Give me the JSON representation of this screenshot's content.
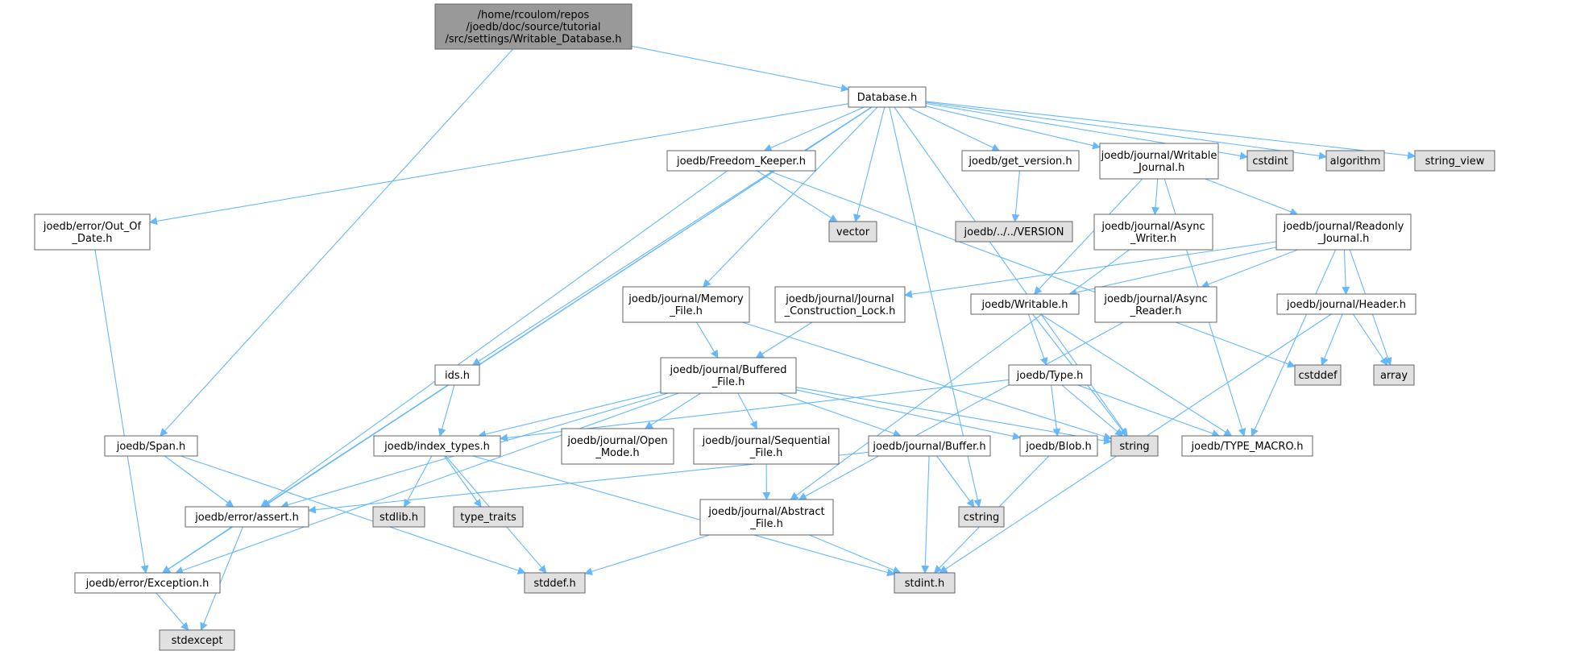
{
  "colors": {
    "edge": "#63b8ff",
    "node_fill": "#ffffff",
    "node_system_fill": "#e0e0e0",
    "node_root_fill": "#999999",
    "node_border": "#666666"
  },
  "nodes": [
    {
      "id": "root",
      "lines": [
        "/home/rcoulom/repos",
        "/joedb/doc/source/tutorial",
        "/src/settings/Writable_Database.h"
      ],
      "kind": "root"
    },
    {
      "id": "database",
      "lines": [
        "Database.h"
      ],
      "kind": "normal"
    },
    {
      "id": "error_out_of_date",
      "lines": [
        "joedb/error/Out_Of",
        "_Date.h"
      ],
      "kind": "normal"
    },
    {
      "id": "freedom_keeper",
      "lines": [
        "joedb/Freedom_Keeper.h"
      ],
      "kind": "normal"
    },
    {
      "id": "get_version",
      "lines": [
        "joedb/get_version.h"
      ],
      "kind": "normal"
    },
    {
      "id": "writable_journal",
      "lines": [
        "joedb/journal/Writable",
        "_Journal.h"
      ],
      "kind": "normal"
    },
    {
      "id": "cstdint",
      "lines": [
        "cstdint"
      ],
      "kind": "system"
    },
    {
      "id": "algorithm",
      "lines": [
        "algorithm"
      ],
      "kind": "system"
    },
    {
      "id": "string_view",
      "lines": [
        "string_view"
      ],
      "kind": "system"
    },
    {
      "id": "vector",
      "lines": [
        "vector"
      ],
      "kind": "system"
    },
    {
      "id": "version",
      "lines": [
        "joedb/../../VERSION"
      ],
      "kind": "system"
    },
    {
      "id": "async_writer",
      "lines": [
        "joedb/journal/Async",
        "_Writer.h"
      ],
      "kind": "normal"
    },
    {
      "id": "readonly_journal",
      "lines": [
        "joedb/journal/Readonly",
        "_Journal.h"
      ],
      "kind": "normal"
    },
    {
      "id": "memory_file",
      "lines": [
        "joedb/journal/Memory",
        "_File.h"
      ],
      "kind": "normal"
    },
    {
      "id": "journal_construction_lock",
      "lines": [
        "joedb/journal/Journal",
        "_Construction_Lock.h"
      ],
      "kind": "normal"
    },
    {
      "id": "writable",
      "lines": [
        "joedb/Writable.h"
      ],
      "kind": "normal"
    },
    {
      "id": "async_reader",
      "lines": [
        "joedb/journal/Async",
        "_Reader.h"
      ],
      "kind": "normal"
    },
    {
      "id": "header",
      "lines": [
        "joedb/journal/Header.h"
      ],
      "kind": "normal"
    },
    {
      "id": "cstddef",
      "lines": [
        "cstddef"
      ],
      "kind": "system"
    },
    {
      "id": "array",
      "lines": [
        "array"
      ],
      "kind": "system"
    },
    {
      "id": "ids",
      "lines": [
        "ids.h"
      ],
      "kind": "normal"
    },
    {
      "id": "buffered_file",
      "lines": [
        "joedb/journal/Buffered",
        "_File.h"
      ],
      "kind": "normal"
    },
    {
      "id": "type",
      "lines": [
        "joedb/Type.h"
      ],
      "kind": "normal"
    },
    {
      "id": "span",
      "lines": [
        "joedb/Span.h"
      ],
      "kind": "normal"
    },
    {
      "id": "index_types",
      "lines": [
        "joedb/index_types.h"
      ],
      "kind": "normal"
    },
    {
      "id": "open_mode",
      "lines": [
        "joedb/journal/Open",
        "_Mode.h"
      ],
      "kind": "normal"
    },
    {
      "id": "sequential_file",
      "lines": [
        "joedb/journal/Sequential",
        "_File.h"
      ],
      "kind": "normal"
    },
    {
      "id": "buffer",
      "lines": [
        "joedb/journal/Buffer.h"
      ],
      "kind": "normal"
    },
    {
      "id": "blob",
      "lines": [
        "joedb/Blob.h"
      ],
      "kind": "normal"
    },
    {
      "id": "string",
      "lines": [
        "string"
      ],
      "kind": "system"
    },
    {
      "id": "type_macro",
      "lines": [
        "joedb/TYPE_MACRO.h"
      ],
      "kind": "normal"
    },
    {
      "id": "error_assert",
      "lines": [
        "joedb/error/assert.h"
      ],
      "kind": "normal"
    },
    {
      "id": "stdlib",
      "lines": [
        "stdlib.h"
      ],
      "kind": "system"
    },
    {
      "id": "type_traits",
      "lines": [
        "type_traits"
      ],
      "kind": "system"
    },
    {
      "id": "abstract_file",
      "lines": [
        "joedb/journal/Abstract",
        "_File.h"
      ],
      "kind": "normal"
    },
    {
      "id": "cstring",
      "lines": [
        "cstring"
      ],
      "kind": "system"
    },
    {
      "id": "error_exception",
      "lines": [
        "joedb/error/Exception.h"
      ],
      "kind": "normal"
    },
    {
      "id": "stddef",
      "lines": [
        "stddef.h"
      ],
      "kind": "system"
    },
    {
      "id": "stdint",
      "lines": [
        "stdint.h"
      ],
      "kind": "system"
    },
    {
      "id": "stdexcept",
      "lines": [
        "stdexcept"
      ],
      "kind": "system"
    }
  ],
  "edges": [
    [
      "root",
      "database"
    ],
    [
      "root",
      "span"
    ],
    [
      "database",
      "error_out_of_date"
    ],
    [
      "database",
      "error_exception"
    ],
    [
      "database",
      "error_assert"
    ],
    [
      "database",
      "freedom_keeper"
    ],
    [
      "database",
      "vector"
    ],
    [
      "database",
      "memory_file"
    ],
    [
      "database",
      "ids"
    ],
    [
      "database",
      "get_version"
    ],
    [
      "database",
      "writable_journal"
    ],
    [
      "database",
      "cstdint"
    ],
    [
      "database",
      "algorithm"
    ],
    [
      "database",
      "string_view"
    ],
    [
      "database",
      "string"
    ],
    [
      "database",
      "cstring"
    ],
    [
      "error_out_of_date",
      "error_exception"
    ],
    [
      "freedom_keeper",
      "vector"
    ],
    [
      "freedom_keeper",
      "error_assert"
    ],
    [
      "freedom_keeper",
      "cstddef"
    ],
    [
      "get_version",
      "version"
    ],
    [
      "writable_journal",
      "async_writer"
    ],
    [
      "writable_journal",
      "readonly_journal"
    ],
    [
      "writable_journal",
      "writable"
    ],
    [
      "writable_journal",
      "type_macro"
    ],
    [
      "async_writer",
      "abstract_file"
    ],
    [
      "readonly_journal",
      "journal_construction_lock"
    ],
    [
      "readonly_journal",
      "writable"
    ],
    [
      "readonly_journal",
      "async_reader"
    ],
    [
      "readonly_journal",
      "header"
    ],
    [
      "readonly_journal",
      "array"
    ],
    [
      "readonly_journal",
      "type_macro"
    ],
    [
      "memory_file",
      "buffered_file"
    ],
    [
      "memory_file",
      "string"
    ],
    [
      "journal_construction_lock",
      "buffered_file"
    ],
    [
      "writable",
      "type"
    ],
    [
      "writable",
      "string"
    ],
    [
      "writable",
      "type_macro"
    ],
    [
      "async_reader",
      "abstract_file"
    ],
    [
      "header",
      "cstddef"
    ],
    [
      "header",
      "array"
    ],
    [
      "header",
      "stdint"
    ],
    [
      "ids",
      "index_types"
    ],
    [
      "buffered_file",
      "error_assert"
    ],
    [
      "buffered_file",
      "error_exception"
    ],
    [
      "buffered_file",
      "index_types"
    ],
    [
      "buffered_file",
      "open_mode"
    ],
    [
      "buffered_file",
      "sequential_file"
    ],
    [
      "buffered_file",
      "buffer"
    ],
    [
      "buffered_file",
      "blob"
    ],
    [
      "buffered_file",
      "string"
    ],
    [
      "type",
      "index_types"
    ],
    [
      "type",
      "blob"
    ],
    [
      "type",
      "string"
    ],
    [
      "type",
      "type_macro"
    ],
    [
      "span",
      "error_assert"
    ],
    [
      "span",
      "stddef"
    ],
    [
      "index_types",
      "stdlib"
    ],
    [
      "index_types",
      "type_traits"
    ],
    [
      "index_types",
      "stddef"
    ],
    [
      "index_types",
      "stdint"
    ],
    [
      "sequential_file",
      "abstract_file"
    ],
    [
      "buffer",
      "error_assert"
    ],
    [
      "buffer",
      "cstring"
    ],
    [
      "buffer",
      "stdint"
    ],
    [
      "blob",
      "stdint"
    ],
    [
      "error_assert",
      "error_exception"
    ],
    [
      "error_assert",
      "stdexcept"
    ],
    [
      "abstract_file",
      "stddef"
    ],
    [
      "abstract_file",
      "stdint"
    ],
    [
      "error_exception",
      "stdexcept"
    ]
  ]
}
